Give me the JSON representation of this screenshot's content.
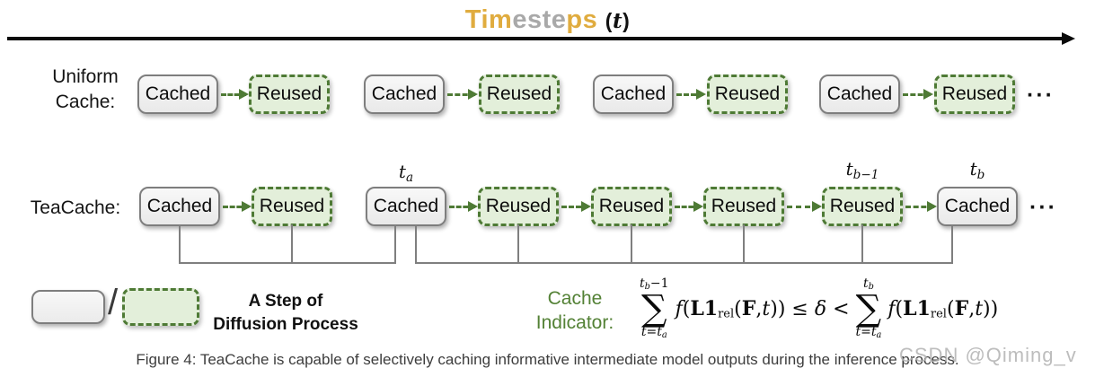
{
  "title": {
    "part1": "Tim",
    "part2": "este",
    "part3": "ps",
    "paren_open": "(",
    "paren_t": "t",
    "paren_close": ")"
  },
  "colors": {
    "title_gold": "#E0AC3F",
    "title_gray": "#A9A9A9",
    "accent_green": "#4E7A35",
    "reused_fill": "#E3EFDA",
    "cached_border": "#7E7E7E",
    "indicator_green": "#538135"
  },
  "rows": {
    "uniform": {
      "label_line1": "Uniform",
      "label_line2": "Cache:",
      "boxes": [
        {
          "label": "Cached"
        },
        {
          "label": "Reused"
        },
        {
          "label": "Cached"
        },
        {
          "label": "Reused"
        },
        {
          "label": "Cached"
        },
        {
          "label": "Reused"
        },
        {
          "label": "Cached"
        },
        {
          "label": "Reused"
        }
      ],
      "ellipsis": "···"
    },
    "teacache": {
      "label": "TeaCache:",
      "boxes": [
        {
          "label": "Cached"
        },
        {
          "label": "Reused"
        },
        {
          "label": "Cached"
        },
        {
          "label": "Reused"
        },
        {
          "label": "Reused"
        },
        {
          "label": "Reused"
        },
        {
          "label": "Reused"
        },
        {
          "label": "Cached"
        }
      ],
      "ellipsis": "···"
    }
  },
  "ticks": [
    {
      "base": "t",
      "sub": "a"
    },
    {
      "base": "t",
      "sub": "b−1"
    },
    {
      "base": "t",
      "sub": "b"
    }
  ],
  "legend": {
    "slash": "/",
    "text_line1": "A Step of",
    "text_line2": "Diffusion Process"
  },
  "indicator": {
    "label_line1": "Cache",
    "label_line2": "Indicator:"
  },
  "formula": {
    "sigma": "∑",
    "lower_base": "t=t",
    "lower_sub": "a",
    "sum1_upper_base": "t",
    "sum1_upper_sub": "b",
    "sum1_upper_tail": "−1",
    "sum2_upper_base": "t",
    "sum2_upper_sub": "b",
    "f": "f",
    "open": "(",
    "l1": "L1",
    "l1_sub": "rel",
    "open2": "(",
    "F": "F",
    "comma": ",",
    "t": "t",
    "close": "))",
    "leq": "≤",
    "delta": "δ",
    "lt": "<"
  },
  "caption": "Figure 4: TeaCache is capable of selectively caching informative intermediate model outputs during the inference process.",
  "watermark": "CSDN @Qiming_v"
}
